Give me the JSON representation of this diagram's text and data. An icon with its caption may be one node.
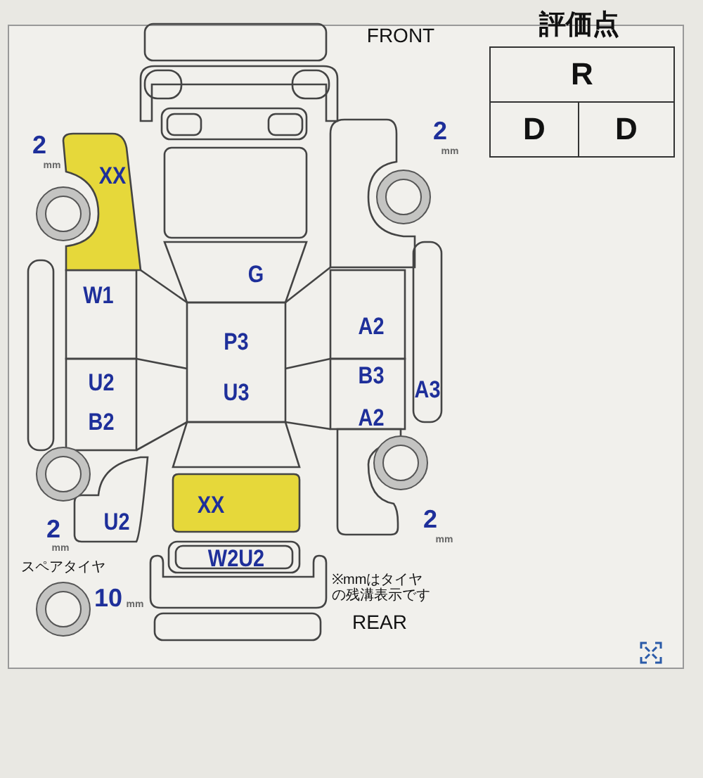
{
  "diagram": {
    "labels": [
      "FRONT",
      "評価点",
      "R",
      "D",
      "D",
      "2",
      "mm",
      "XX",
      "2",
      "mm",
      "G",
      "W1",
      "P3",
      "A2",
      "U2",
      "U3",
      "B3",
      "A3",
      "B2",
      "A2",
      "XX",
      "2",
      "mm",
      "U2",
      "2",
      "mm",
      "W2U2",
      "スペアタイヤ",
      "10",
      "mm",
      "※mmはタイヤの残溝表示です",
      "REAR"
    ]
  }
}
